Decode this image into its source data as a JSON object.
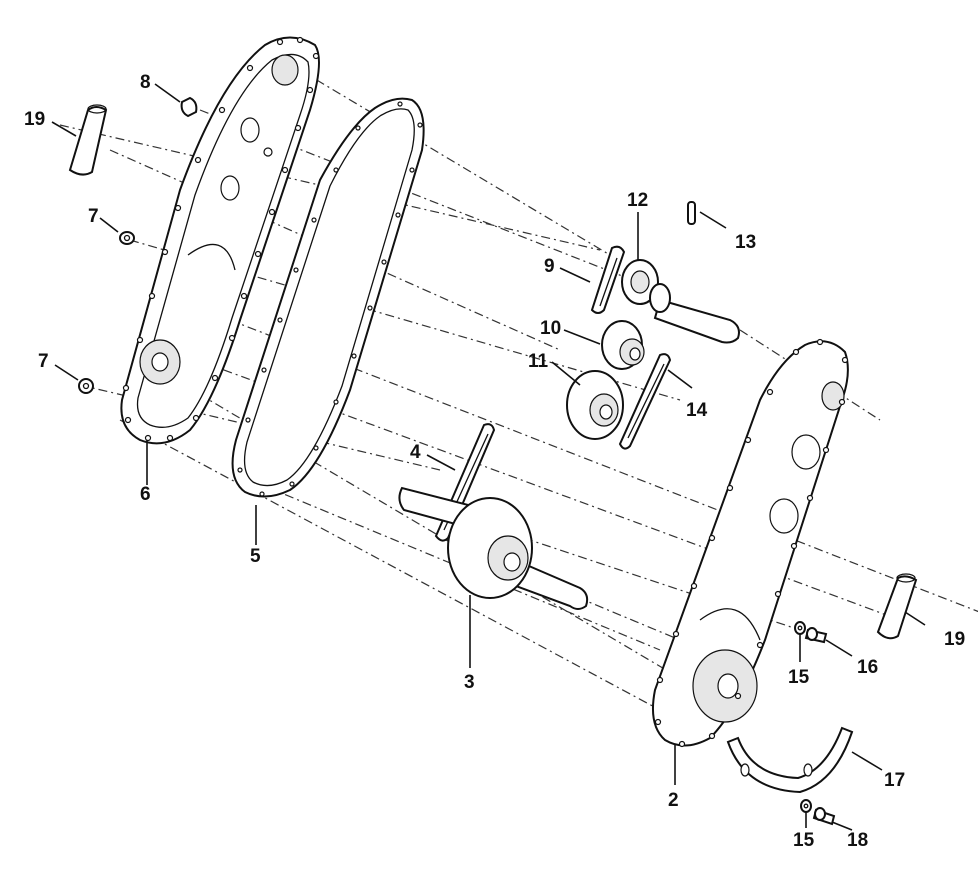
{
  "callouts": {
    "p2": "2",
    "p3": "3",
    "p4": "4",
    "p5": "5",
    "p6": "6",
    "p7a": "7",
    "p7b": "7",
    "p8": "8",
    "p9": "9",
    "p10": "10",
    "p11": "11",
    "p12": "12",
    "p13": "13",
    "p14": "14",
    "p15a": "15",
    "p15b": "15",
    "p16": "16",
    "p17": "17",
    "p18": "18",
    "p19a": "19",
    "p19b": "19"
  }
}
